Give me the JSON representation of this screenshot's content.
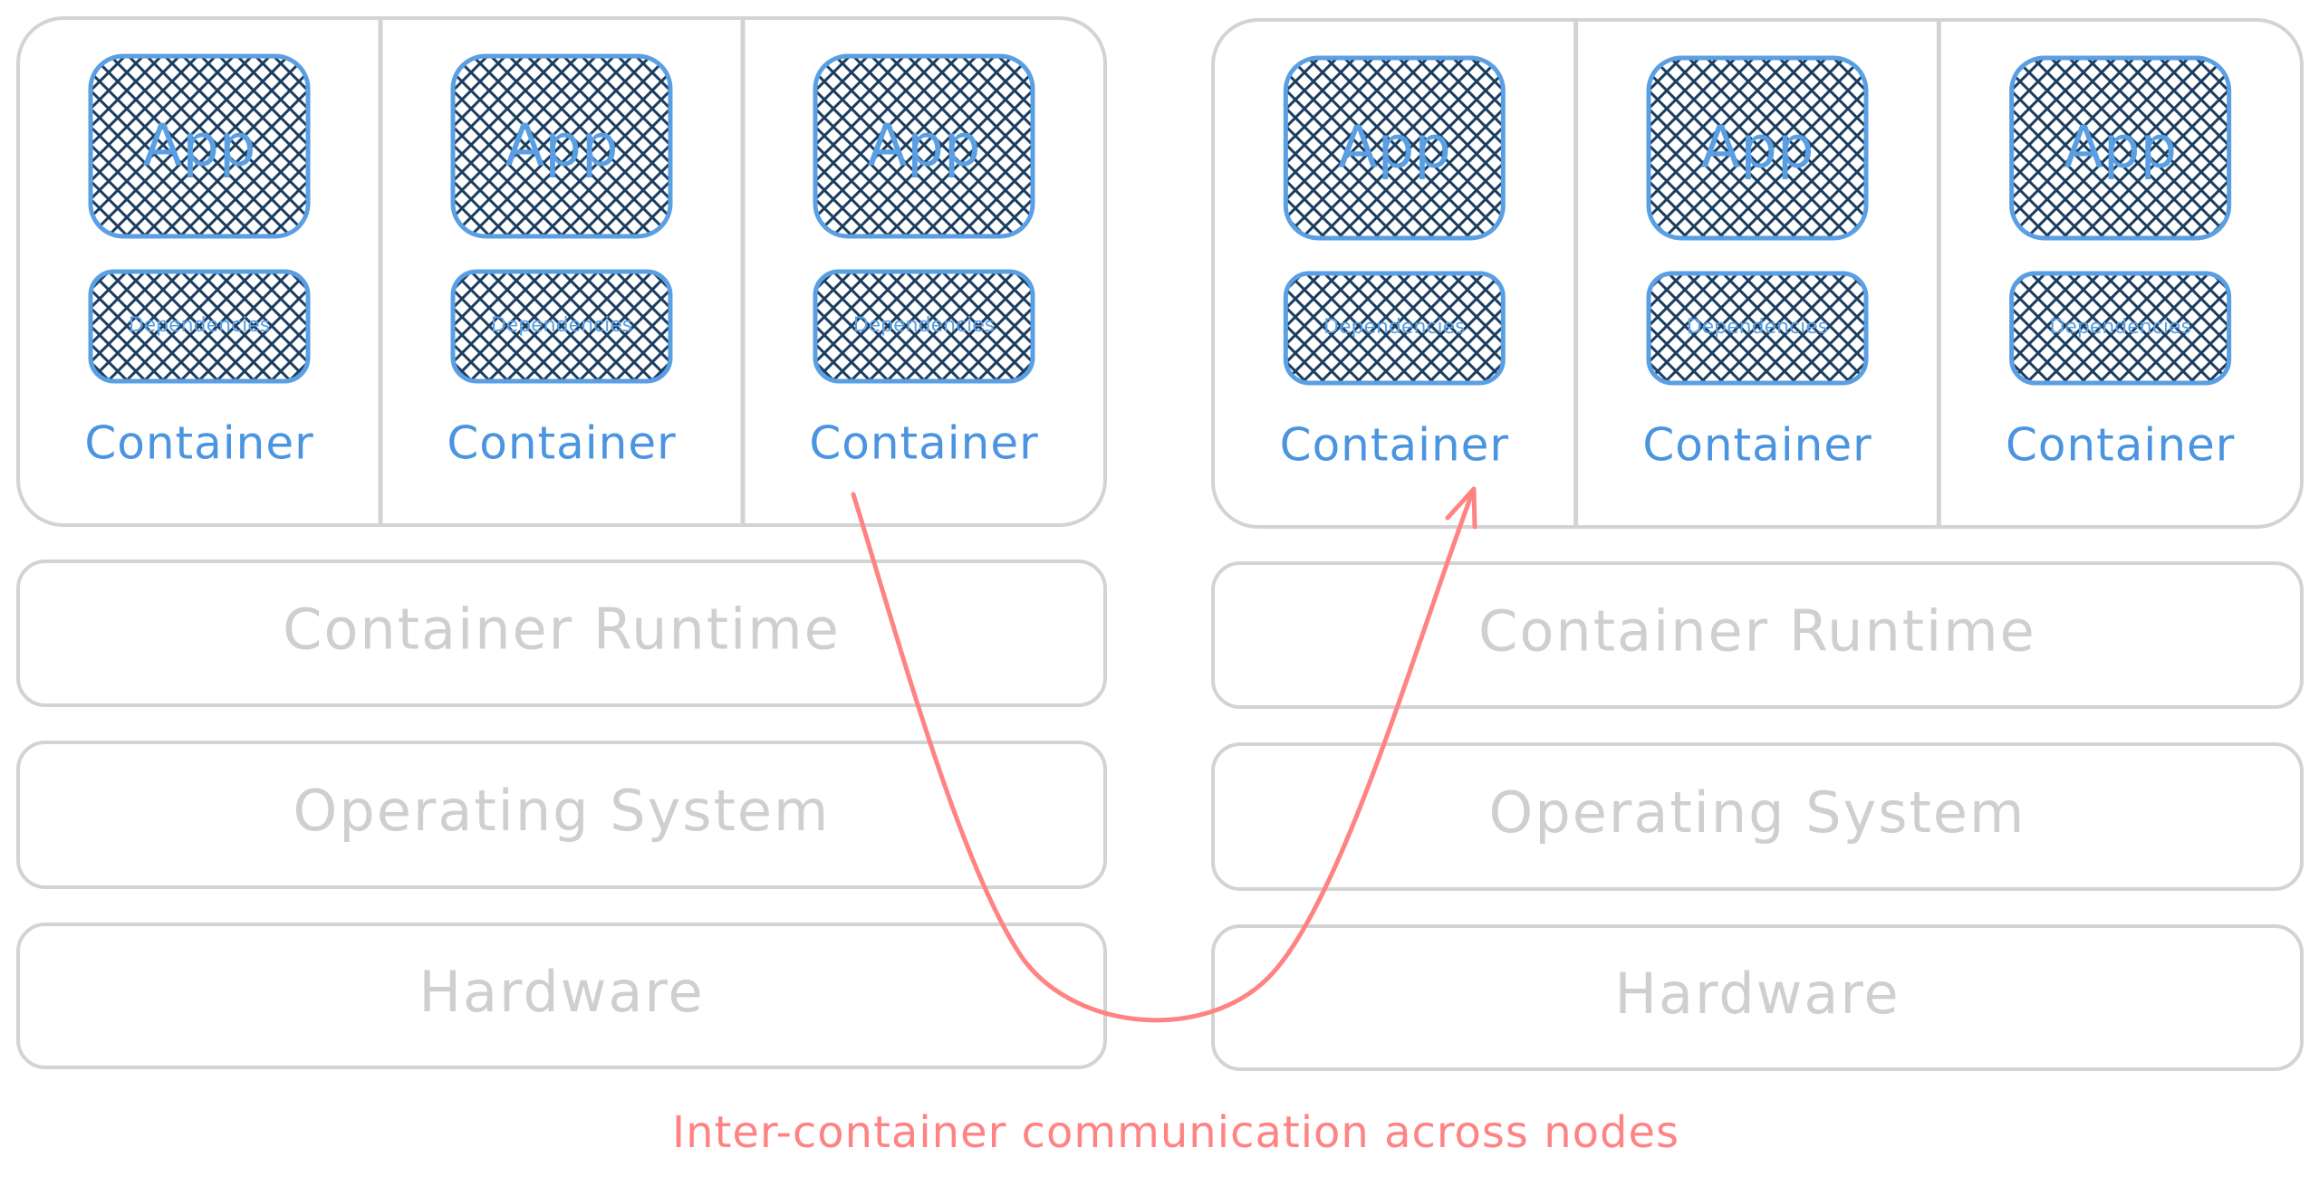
{
  "colors": {
    "container_blue": "#5a9fe3",
    "hatch_navy": "#1b3d5f",
    "layer_gray": "#d3d3d3",
    "arrow_red": "#ff8383"
  },
  "nodes": [
    {
      "containers": [
        {
          "app": "App",
          "deps": "Dependencies",
          "label": "Container"
        },
        {
          "app": "App",
          "deps": "Dependencies",
          "label": "Container"
        },
        {
          "app": "App",
          "deps": "Dependencies",
          "label": "Container"
        }
      ],
      "layers": [
        "Container Runtime",
        "Operating System",
        "Hardware"
      ]
    },
    {
      "containers": [
        {
          "app": "App",
          "deps": "Dependencies",
          "label": "Container"
        },
        {
          "app": "App",
          "deps": "Dependencies",
          "label": "Container"
        },
        {
          "app": "App",
          "deps": "Dependencies",
          "label": "Container"
        }
      ],
      "layers": [
        "Container Runtime",
        "Operating System",
        "Hardware"
      ]
    }
  ],
  "caption": "Inter-container communication across nodes"
}
